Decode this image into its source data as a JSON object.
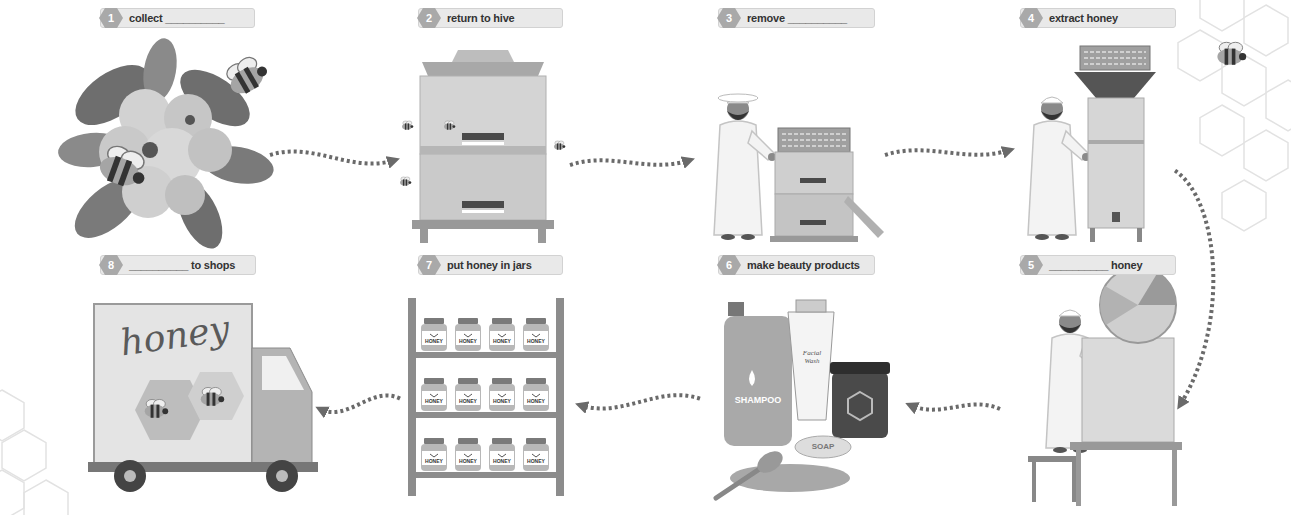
{
  "diagram": {
    "nodes": [
      {
        "text": [
          "1",
          "collect __________"
        ]
      },
      {
        "text": [
          "2",
          "return to hive"
        ]
      },
      {
        "text": [
          "3",
          "remove __________"
        ]
      },
      {
        "text": [
          "4",
          "extract honey"
        ]
      },
      {
        "text": [
          "5",
          "__________ honey"
        ]
      },
      {
        "text": [
          "6",
          "make beauty products"
        ]
      },
      {
        "text": [
          "7",
          "put honey in jars"
        ]
      },
      {
        "text": [
          "8",
          "__________ to shops"
        ]
      }
    ],
    "edges": [
      {
        "from": 0,
        "to": 1,
        "arrow": "to"
      },
      {
        "from": 1,
        "to": 2,
        "arrow": "to"
      },
      {
        "from": 2,
        "to": 3,
        "arrow": "to"
      },
      {
        "from": 3,
        "to": 4,
        "arrow": "to"
      },
      {
        "from": 4,
        "to": 5,
        "arrow": "to"
      },
      {
        "from": 5,
        "to": 6,
        "arrow": "to"
      },
      {
        "from": 6,
        "to": 7,
        "arrow": "to"
      }
    ],
    "labels": [
      "honey",
      "HONEY",
      "HONEY",
      "HONEY",
      "HONEY",
      "HONEY",
      "HONEY",
      "HONEY",
      "HONEY",
      "HONEY",
      "HONEY",
      "HONEY",
      "HONEY",
      "SHAMPOO",
      "Facial Wash",
      "SOAP"
    ]
  }
}
